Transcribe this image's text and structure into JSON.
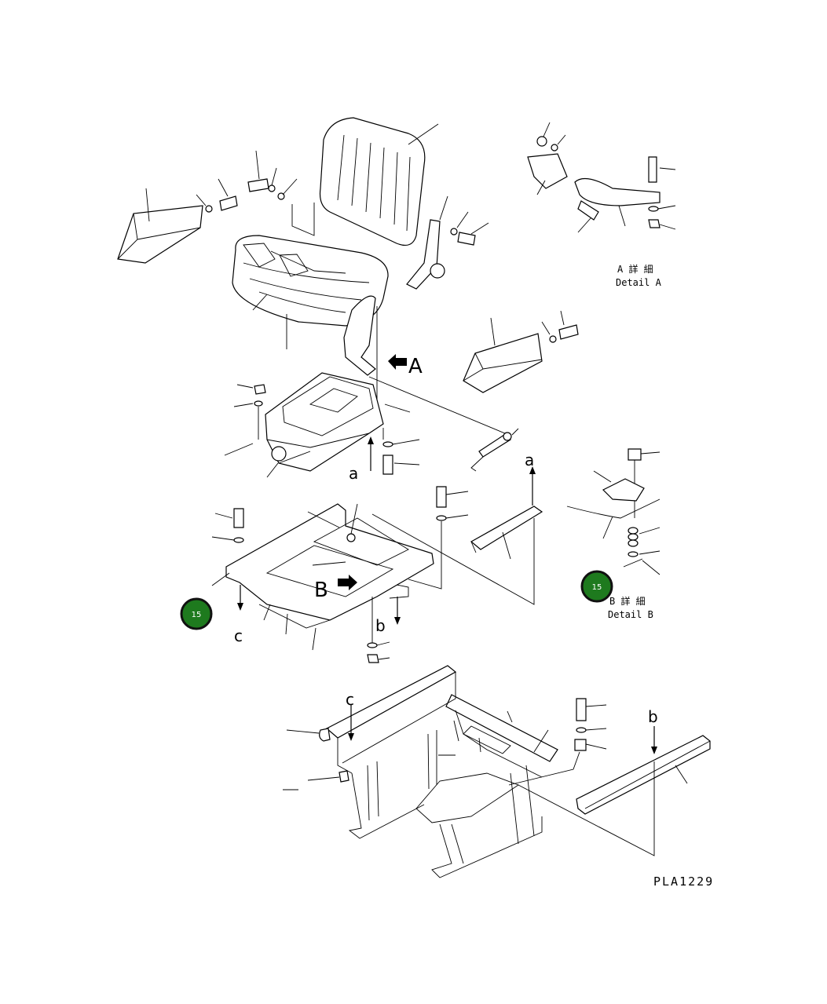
{
  "drawing_code": "PLA1229",
  "details": {
    "a": {
      "ja": "A 詳 細",
      "en": "Detail A"
    },
    "b": {
      "ja": "B 詳 細",
      "en": "Detail B"
    }
  },
  "view_arrows": {
    "A": "A",
    "B": "B"
  },
  "connection_letters": {
    "a_lower": "a",
    "a_upper": "a",
    "b_upper": "b",
    "b_lower": "b",
    "c_upper": "c",
    "c_lower": "c"
  },
  "markers": [
    {
      "label": "15",
      "color": "#1e7a1e"
    },
    {
      "label": "15",
      "color": "#1e7a1e"
    }
  ]
}
